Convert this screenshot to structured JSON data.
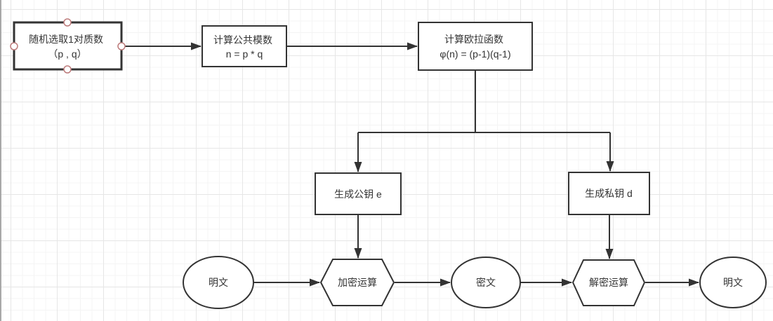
{
  "diagram": {
    "type": "flowchart",
    "nodes": {
      "step_primes": {
        "shape": "rectangle",
        "selected": true,
        "line1": "随机选取1对质数",
        "line2": "（p , q）"
      },
      "step_modulus": {
        "shape": "rectangle",
        "selected": false,
        "line1": "计算公共模数",
        "line2": "n = p * q"
      },
      "step_euler": {
        "shape": "rectangle",
        "selected": false,
        "line1": "计算欧拉函数",
        "line2": "φ(n) = (p-1)(q-1)"
      },
      "step_public_key": {
        "shape": "rectangle",
        "selected": false,
        "label": "生成公钥 e"
      },
      "step_private_key": {
        "shape": "rectangle",
        "selected": false,
        "label": "生成私钥 d"
      },
      "plaintext_start": {
        "shape": "ellipse",
        "selected": false,
        "label": "明文"
      },
      "encrypt": {
        "shape": "hexagon",
        "selected": false,
        "label": "加密运算"
      },
      "ciphertext": {
        "shape": "ellipse",
        "selected": false,
        "label": "密文"
      },
      "decrypt": {
        "shape": "hexagon",
        "selected": false,
        "label": "解密运算"
      },
      "plaintext_end": {
        "shape": "ellipse",
        "selected": false,
        "label": "明文"
      }
    },
    "edges": [
      {
        "from": "step_primes",
        "to": "step_modulus"
      },
      {
        "from": "step_modulus",
        "to": "step_euler"
      },
      {
        "from": "step_euler",
        "to": "step_public_key"
      },
      {
        "from": "step_euler",
        "to": "step_private_key"
      },
      {
        "from": "step_public_key",
        "to": "encrypt"
      },
      {
        "from": "step_private_key",
        "to": "decrypt"
      },
      {
        "from": "plaintext_start",
        "to": "encrypt"
      },
      {
        "from": "encrypt",
        "to": "ciphertext"
      },
      {
        "from": "ciphertext",
        "to": "decrypt"
      },
      {
        "from": "decrypt",
        "to": "plaintext_end"
      }
    ],
    "colors": {
      "stroke": "#333333",
      "text": "#333333",
      "node_fill": "#ffffff",
      "selection_handle": "#bd7b7b",
      "grid_minor": "#f4f4f4",
      "grid_major": "#e6e6e6"
    }
  }
}
